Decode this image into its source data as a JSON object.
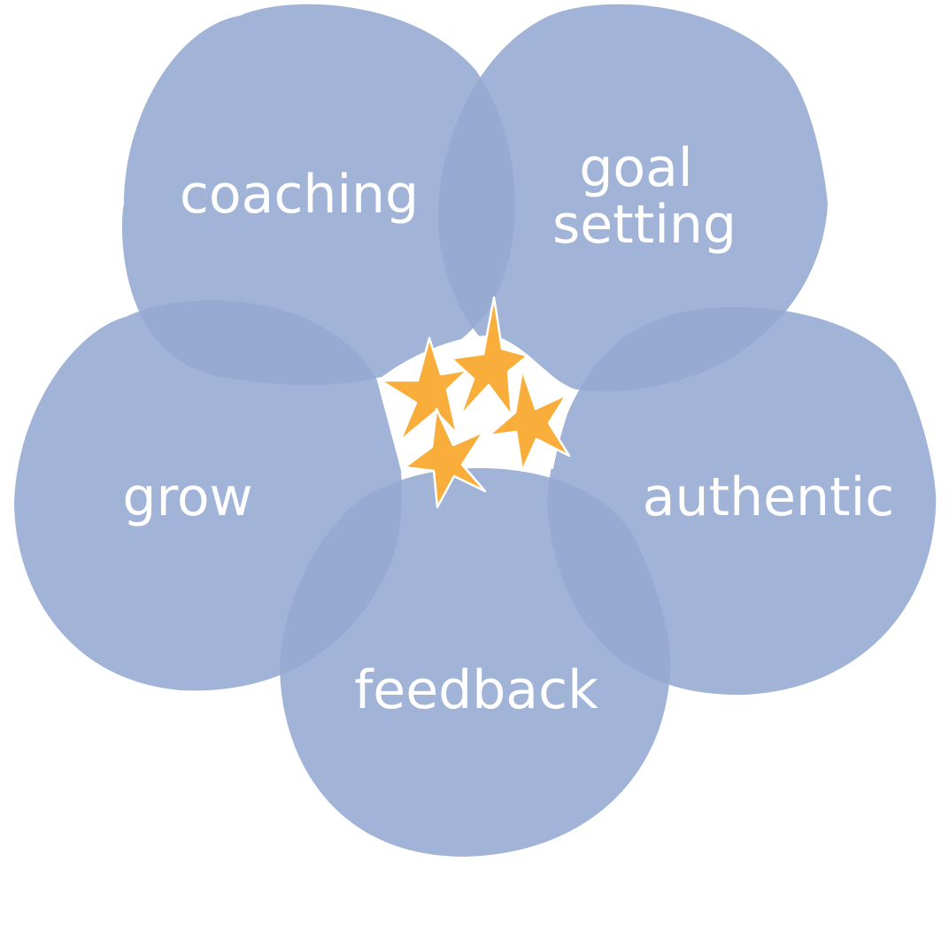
{
  "diagram": {
    "petals": [
      {
        "label_lines": [
          "coaching"
        ]
      },
      {
        "label_lines": [
          "goal",
          "setting"
        ]
      },
      {
        "label_lines": [
          "grow"
        ]
      },
      {
        "label_lines": [
          "authentic"
        ]
      },
      {
        "label_lines": [
          "feedback"
        ]
      }
    ],
    "colors": {
      "petal": "#94a9d2",
      "label": "#ffffff",
      "star": "#f9ad3a"
    },
    "center_icon": "star-cluster-icon"
  }
}
